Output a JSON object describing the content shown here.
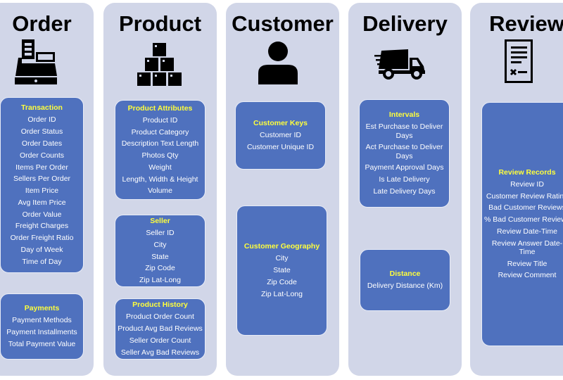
{
  "columns": [
    {
      "title": "Order",
      "icon": "cash-register-icon",
      "groups": [
        {
          "title": "Transaction",
          "items": [
            "Order ID",
            "Order Status",
            "Order Dates",
            "Order Counts",
            "Items Per Order",
            "Sellers Per Order",
            "Item Price",
            "Avg Item Price",
            "Order Value",
            "Freight Charges",
            "Order Freight Ratio",
            "Day of Week",
            "Time of Day"
          ]
        },
        {
          "title": "Payments",
          "items": [
            "Payment Methods",
            "Payment Installments",
            "Total Payment Value"
          ]
        }
      ]
    },
    {
      "title": "Product",
      "icon": "boxes-stack-icon",
      "groups": [
        {
          "title": "Product Attributes",
          "items": [
            "Product ID",
            "Product Category",
            "Description Text Length",
            "Photos Qty",
            "Weight",
            "Length, Width & Height",
            "Volume"
          ]
        },
        {
          "title": "Seller",
          "items": [
            "Seller ID",
            "City",
            "State",
            "Zip Code",
            "Zip Lat-Long"
          ]
        },
        {
          "title": "Product History",
          "items": [
            "Product Order Count",
            "Product Avg Bad Reviews",
            "Seller Order Count",
            "Seller Avg Bad Reviews"
          ]
        }
      ]
    },
    {
      "title": "Customer",
      "icon": "person-icon",
      "groups": [
        {
          "title": "Customer Keys",
          "items": [
            "Customer ID",
            "Customer Unique ID"
          ]
        },
        {
          "title": "Customer Geography",
          "items": [
            "City",
            "State",
            "Zip Code",
            "Zip Lat-Long"
          ]
        }
      ]
    },
    {
      "title": "Delivery",
      "icon": "delivery-truck-icon",
      "groups": [
        {
          "title": "Intervals",
          "items": [
            "Est Purchase to Deliver Days",
            "Act Purchase to Deliver Days",
            "Payment Approval Days",
            "Is Late Delivery",
            "Late Delivery Days"
          ]
        },
        {
          "title": "Distance",
          "items": [
            "Delivery Distance (Km)"
          ]
        }
      ]
    },
    {
      "title": "Review",
      "icon": "review-document-icon",
      "groups": [
        {
          "title": "Review Records",
          "items": [
            "Review ID",
            "Customer Review Rating",
            "Bad Customer Reviews",
            "% Bad Customer Reviews",
            "Review Date-Time",
            "Review Answer Date-Time",
            "Review Title",
            "Review Comment"
          ]
        }
      ]
    }
  ],
  "colors": {
    "column_bg": "#d1d6e8",
    "box_bg": "#4f71be",
    "group_title": "#ffff3c",
    "item_text": "#ffffff"
  }
}
